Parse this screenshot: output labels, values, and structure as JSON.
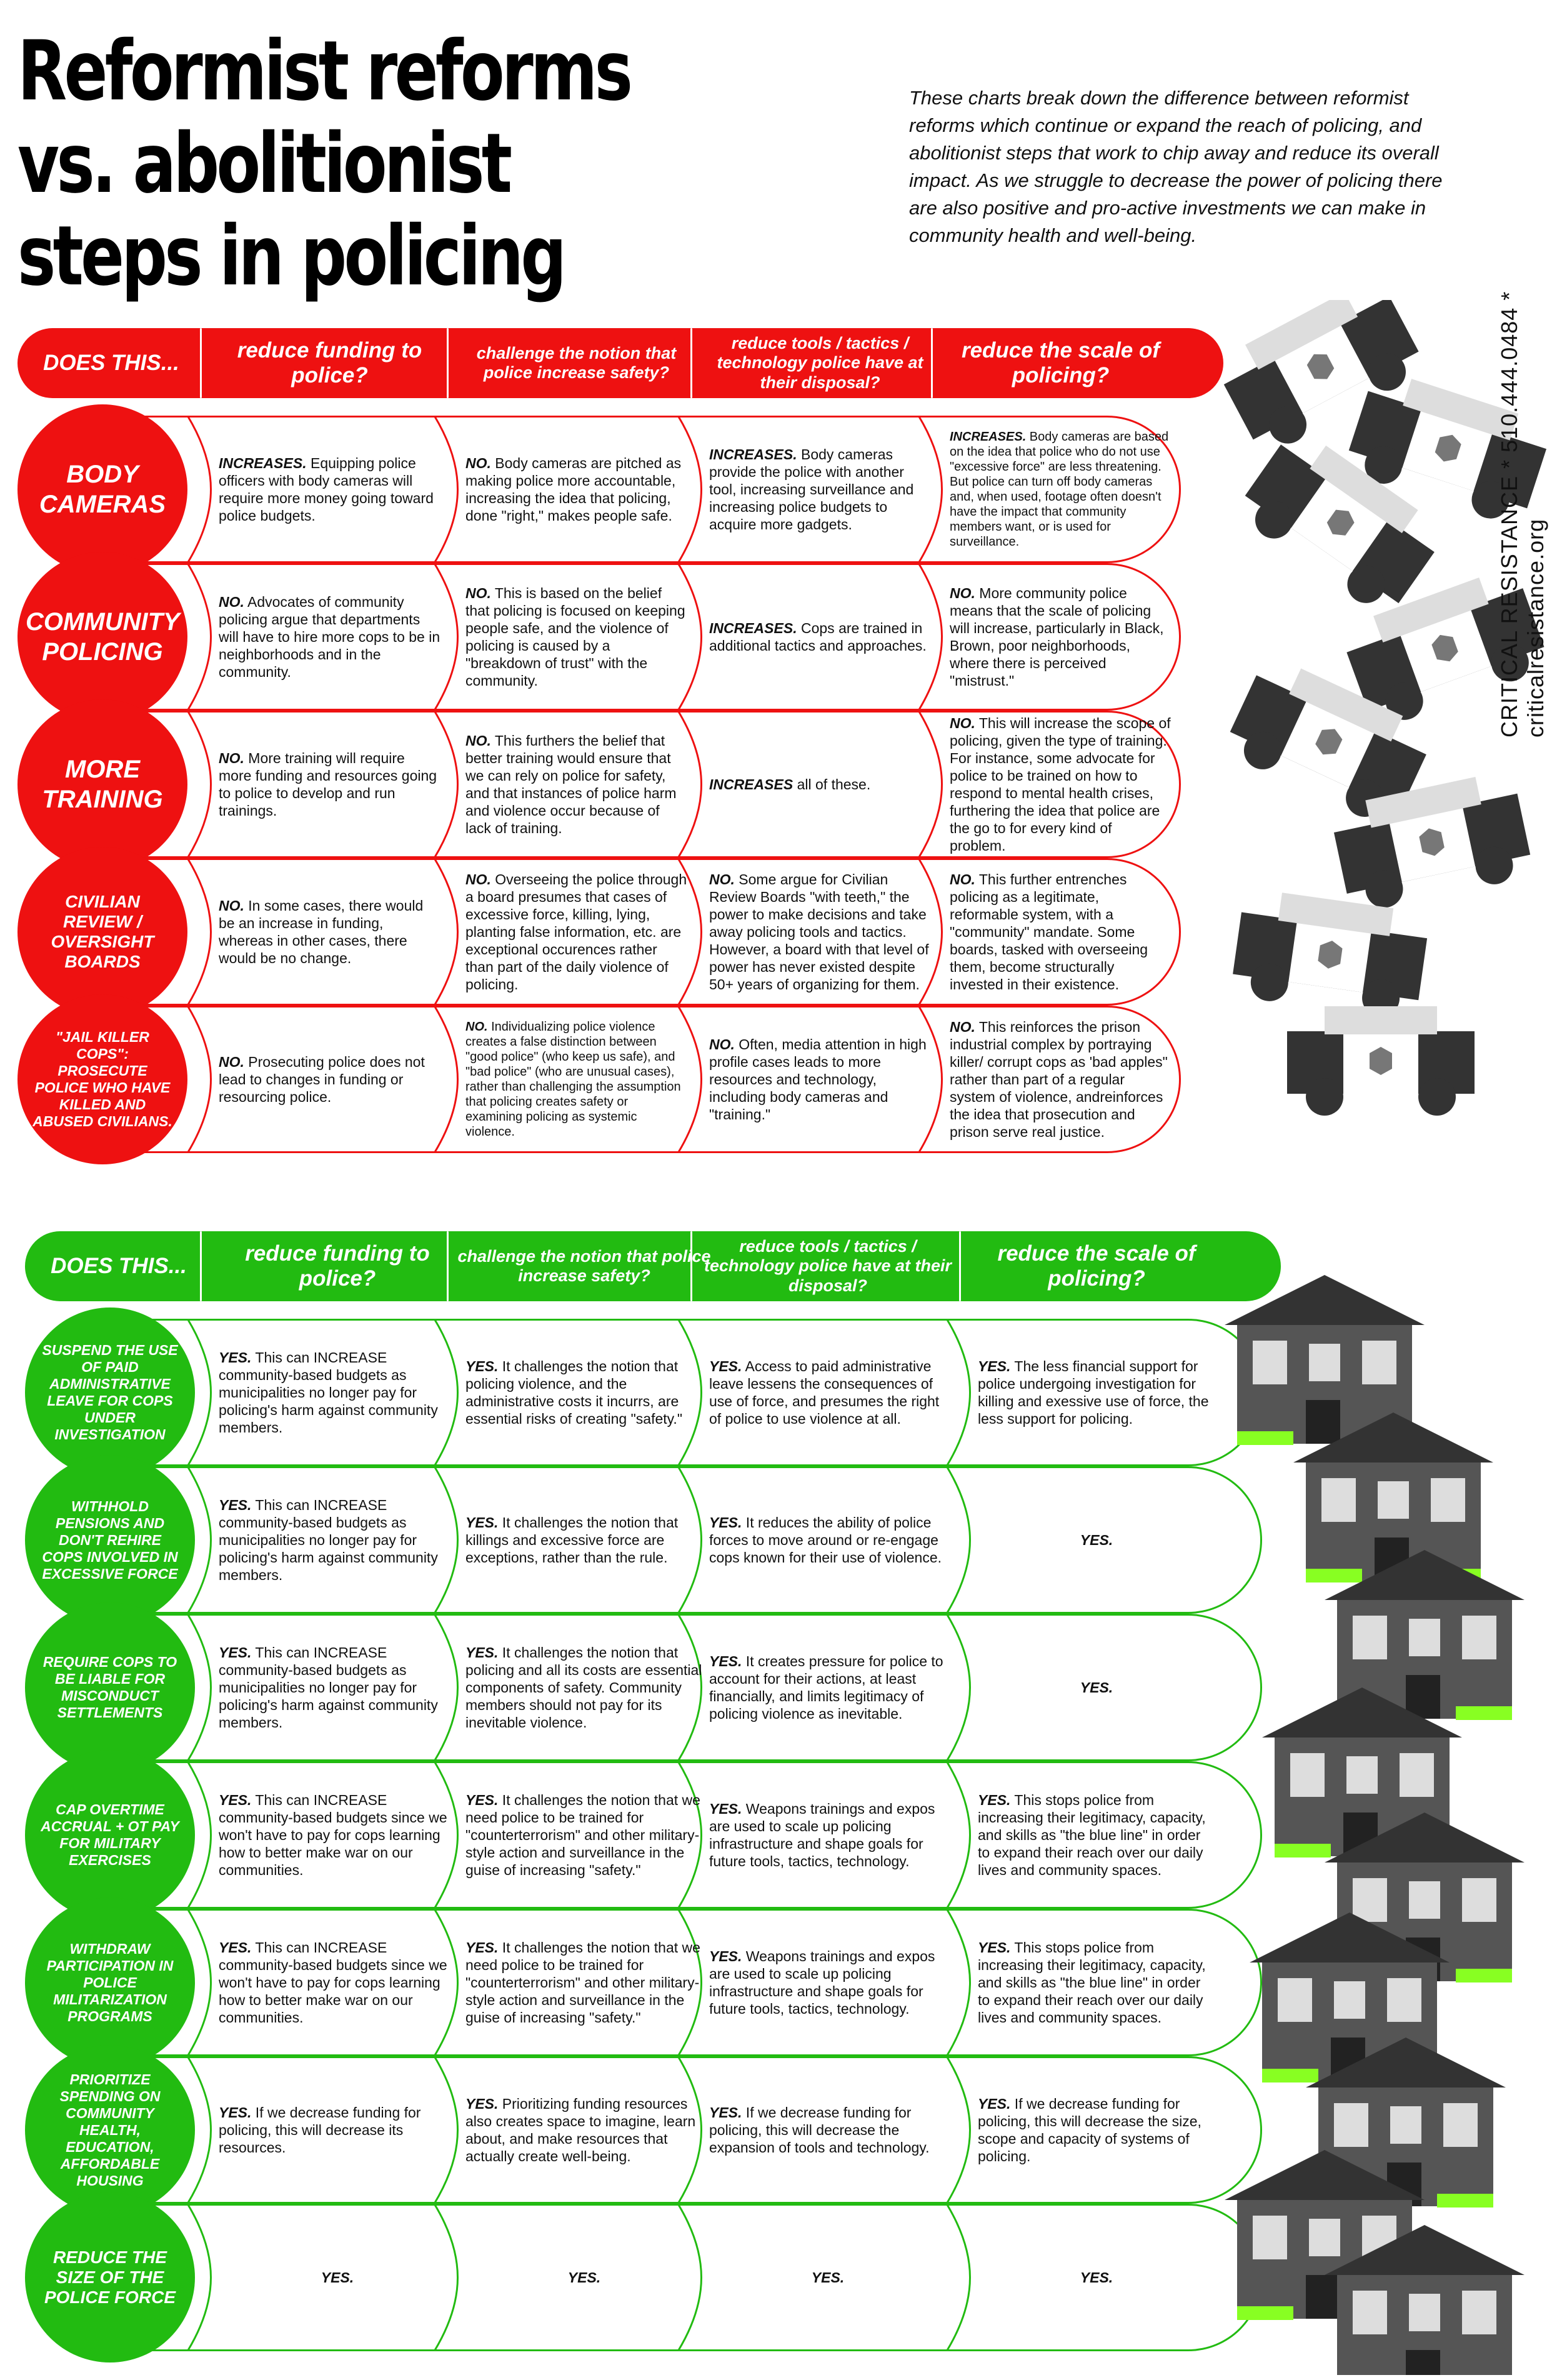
{
  "title": "Reformist reforms vs. abolitionist steps in policing",
  "intro": "These charts break down the difference between reformist reforms which continue or expand the reach of policing, and abolitionist steps that work to chip away and reduce its overall impact. As we struggle to decrease the power of policing there are also positive and pro-active investments we can make in community health and well-being.",
  "side_text": "CRITICAL RESISTANCE * 510.444.0484 * criticalresistance.org",
  "colors": {
    "red": "#ee1111",
    "green": "#22bb11",
    "house_gray": "#555555",
    "car_black": "#333333",
    "grass": "#88ff22"
  },
  "icons": [
    "police-car-icon",
    "house-icon"
  ],
  "top_table": {
    "does_this": "DOES THIS...",
    "columns": [
      "reduce funding to police?",
      "challenge the notion that police increase safety?",
      "reduce tools / tactics / technology police have at their disposal?",
      "reduce the scale of policing?"
    ],
    "rows": [
      {
        "label": "BODY CAMERAS",
        "cells": [
          {
            "lead": "INCREASES.",
            "text": " Equipping police officers with body cameras will require more money going toward police budgets."
          },
          {
            "lead": "NO.",
            "text": " Body cameras are pitched as making police more accountable, increasing the idea that policing, done \"right,\" makes people safe."
          },
          {
            "lead": "INCREASES.",
            "text": " Body cameras provide the police with another tool, increasing surveillance and increasing police budgets to acquire more gadgets."
          },
          {
            "lead": "INCREASES.",
            "text": " Body cameras are based on the idea that police who do not use \"excessive force\" are less threatening. But police can turn off body cameras and, when used, footage often doesn't have the impact that community members want, or is used for surveillance."
          }
        ]
      },
      {
        "label": "COMMUNITY POLICING",
        "cells": [
          {
            "lead": "NO.",
            "text": " Advocates of community policing argue that departments will have to hire more cops to be in neighborhoods and in the community."
          },
          {
            "lead": "NO.",
            "text": " This is based on the belief that policing is focused on keeping people safe, and the violence of policing is caused by a \"breakdown of trust\" with the community."
          },
          {
            "lead": "INCREASES.",
            "text": " Cops are trained in additional tactics and approaches."
          },
          {
            "lead": "NO.",
            "text": " More community police means that the scale of policing will increase, particularly in Black, Brown, poor neighborhoods, where there is perceived \"mistrust.\""
          }
        ]
      },
      {
        "label": "MORE TRAINING",
        "cells": [
          {
            "lead": "NO.",
            "text": " More training will require more funding and resources going to police to develop and run trainings."
          },
          {
            "lead": "NO.",
            "text": " This furthers the belief that better training would ensure that we can rely on police for safety, and that instances of police harm and violence occur because of lack of training."
          },
          {
            "lead": "INCREASES",
            "text": " all of these."
          },
          {
            "lead": "NO.",
            "text": " This will increase the scope of policing, given the type of training. For instance, some advocate for police to be trained on how to respond to mental health crises, furthering the idea that police are the go to for every kind of problem."
          }
        ]
      },
      {
        "label": "CIVILIAN REVIEW / OVERSIGHT BOARDS",
        "cells": [
          {
            "lead": "NO.",
            "text": " In some cases, there would be an increase in funding, whereas in other cases, there would be no change."
          },
          {
            "lead": "NO.",
            "text": " Overseeing the police through a board presumes that cases of excessive force, killing, lying, planting false information, etc. are exceptional occurences rather than part of the daily violence of policing."
          },
          {
            "lead": "NO.",
            "text": " Some argue for Civilian Review Boards \"with teeth,\" the power to make decisions and take away policing tools and tactics. However, a board with that level of power has never existed despite 50+ years of organizing for them."
          },
          {
            "lead": "NO.",
            "text": " This further entrenches policing as a legitimate, reformable system, with a \"community\" mandate. Some boards, tasked with overseeing them, become structurally invested in their existence."
          }
        ]
      },
      {
        "label": "\"JAIL KILLER COPS\": PROSECUTE POLICE WHO HAVE KILLED AND ABUSED CIVILIANS.",
        "cells": [
          {
            "lead": "NO.",
            "text": " Prosecuting police does not lead to changes in funding or resourcing police."
          },
          {
            "lead": "NO.",
            "text": " Individualizing police violence creates a false distinction between \"good police\" (who keep us safe), and \"bad police\" (who are unusual cases), rather than challenging the assumption that policing creates safety or examining policing as systemic violence."
          },
          {
            "lead": "NO.",
            "text": " Often, media attention in high profile cases leads to more resources and technology, including body cameras and \"training.\""
          },
          {
            "lead": "NO.",
            "text": " This reinforces the prison industrial complex by portraying killer/ corrupt cops as 'bad apples\" rather than part of a regular system of violence, andreinforces the idea that prosecution and prison serve real justice."
          }
        ]
      }
    ]
  },
  "bottom_table": {
    "does_this": "DOES THIS...",
    "columns": [
      "reduce funding to police?",
      "challenge the notion that police increase safety?",
      "reduce tools / tactics / technology police have at their disposal?",
      "reduce the scale of policing?"
    ],
    "rows": [
      {
        "label": "SUSPEND THE USE OF PAID ADMINISTRATIVE LEAVE FOR COPS UNDER INVESTIGATION",
        "cells": [
          {
            "lead": "YES.",
            "text": " This can INCREASE community-based budgets as municipalities no longer pay for policing's harm against community members."
          },
          {
            "lead": "YES.",
            "text": " It challenges the notion that policing violence, and the administrative costs it incurrs, are essential risks of creating \"safety.\""
          },
          {
            "lead": "YES.",
            "text": " Access to paid administrative leave lessens the consequences of use of force, and presumes the right of police to use violence at all."
          },
          {
            "lead": "YES.",
            "text": " The less financial support for police undergoing investigation for killing and exessive use of force, the less support for policing."
          }
        ]
      },
      {
        "label": "WITHHOLD PENSIONS AND DON'T REHIRE COPS INVOLVED IN EXCESSIVE FORCE",
        "cells": [
          {
            "lead": "YES.",
            "text": " This can INCREASE community-based budgets as municipalities no longer pay for policing's harm against community members."
          },
          {
            "lead": "YES.",
            "text": " It challenges the notion that killings and excessive force are exceptions, rather than the rule."
          },
          {
            "lead": "YES.",
            "text": " It reduces the ability of police forces to move around or re-engage cops known for their use of violence."
          },
          {
            "lead": "YES.",
            "text": ""
          }
        ]
      },
      {
        "label": "REQUIRE COPS TO BE LIABLE FOR MISCONDUCT SETTLEMENTS",
        "cells": [
          {
            "lead": "YES.",
            "text": " This can INCREASE community-based budgets as municipalities no longer pay for policing's harm against community members."
          },
          {
            "lead": "YES.",
            "text": " It challenges the notion that policing and all its costs are essential components of safety. Community members should not pay for its inevitable violence."
          },
          {
            "lead": "YES.",
            "text": " It creates pressure for police to account for their actions, at least financially, and limits legitimacy of policing violence as inevitable."
          },
          {
            "lead": "YES.",
            "text": ""
          }
        ]
      },
      {
        "label": "CAP OVERTIME ACCRUAL + OT PAY FOR MILITARY EXERCISES",
        "cells": [
          {
            "lead": "YES.",
            "text": " This can INCREASE community-based budgets since we won't have to pay for cops learning how to better make war on our communities."
          },
          {
            "lead": "YES.",
            "text": " It challenges the notion that we need police to be trained for \"counterterrorism\" and other military-style action and surveillance in the guise of increasing \"safety.\""
          },
          {
            "lead": "YES.",
            "text": " Weapons trainings and expos are used to scale up policing infrastructure and shape goals for future tools, tactics, technology."
          },
          {
            "lead": "YES.",
            "text": " This stops police from increasing their legitimacy, capacity, and skills as \"the blue line\" in order to expand their reach over our daily lives and community spaces."
          }
        ]
      },
      {
        "label": "WITHDRAW PARTICIPATION IN POLICE MILITARIZATION PROGRAMS",
        "cells": [
          {
            "lead": "YES.",
            "text": " This can INCREASE community-based budgets since we won't have to pay for cops learning how to better make war on our communities."
          },
          {
            "lead": "YES.",
            "text": " It challenges the notion that we need police to be trained for \"counterterrorism\" and other military-style action and surveillance in the guise of increasing \"safety.\""
          },
          {
            "lead": "YES.",
            "text": " Weapons trainings and expos are used to scale up policing infrastructure and shape goals for future tools, tactics, technology."
          },
          {
            "lead": "YES.",
            "text": " This stops police from increasing their legitimacy, capacity, and skills as \"the blue line\" in order to expand their reach over our daily lives and community spaces."
          }
        ]
      },
      {
        "label": "PRIORITIZE SPENDING ON COMMUNITY HEALTH, EDUCATION, AFFORDABLE HOUSING",
        "cells": [
          {
            "lead": "YES.",
            "text": " If we decrease funding for policing, this will decrease its resources."
          },
          {
            "lead": "YES.",
            "text": " Prioritizing funding resources also creates space to imagine, learn about, and make resources that actually create well-being."
          },
          {
            "lead": "YES.",
            "text": " If we decrease funding for policing, this will decrease the expansion of tools and technology."
          },
          {
            "lead": "YES.",
            "text": " If we decrease funding for policing, this will decrease the size, scope and capacity of systems of policing."
          }
        ]
      },
      {
        "label": "REDUCE THE SIZE OF THE POLICE FORCE",
        "cells": [
          {
            "lead": "YES.",
            "text": ""
          },
          {
            "lead": "YES.",
            "text": ""
          },
          {
            "lead": "YES.",
            "text": ""
          },
          {
            "lead": "YES.",
            "text": ""
          }
        ]
      }
    ]
  }
}
